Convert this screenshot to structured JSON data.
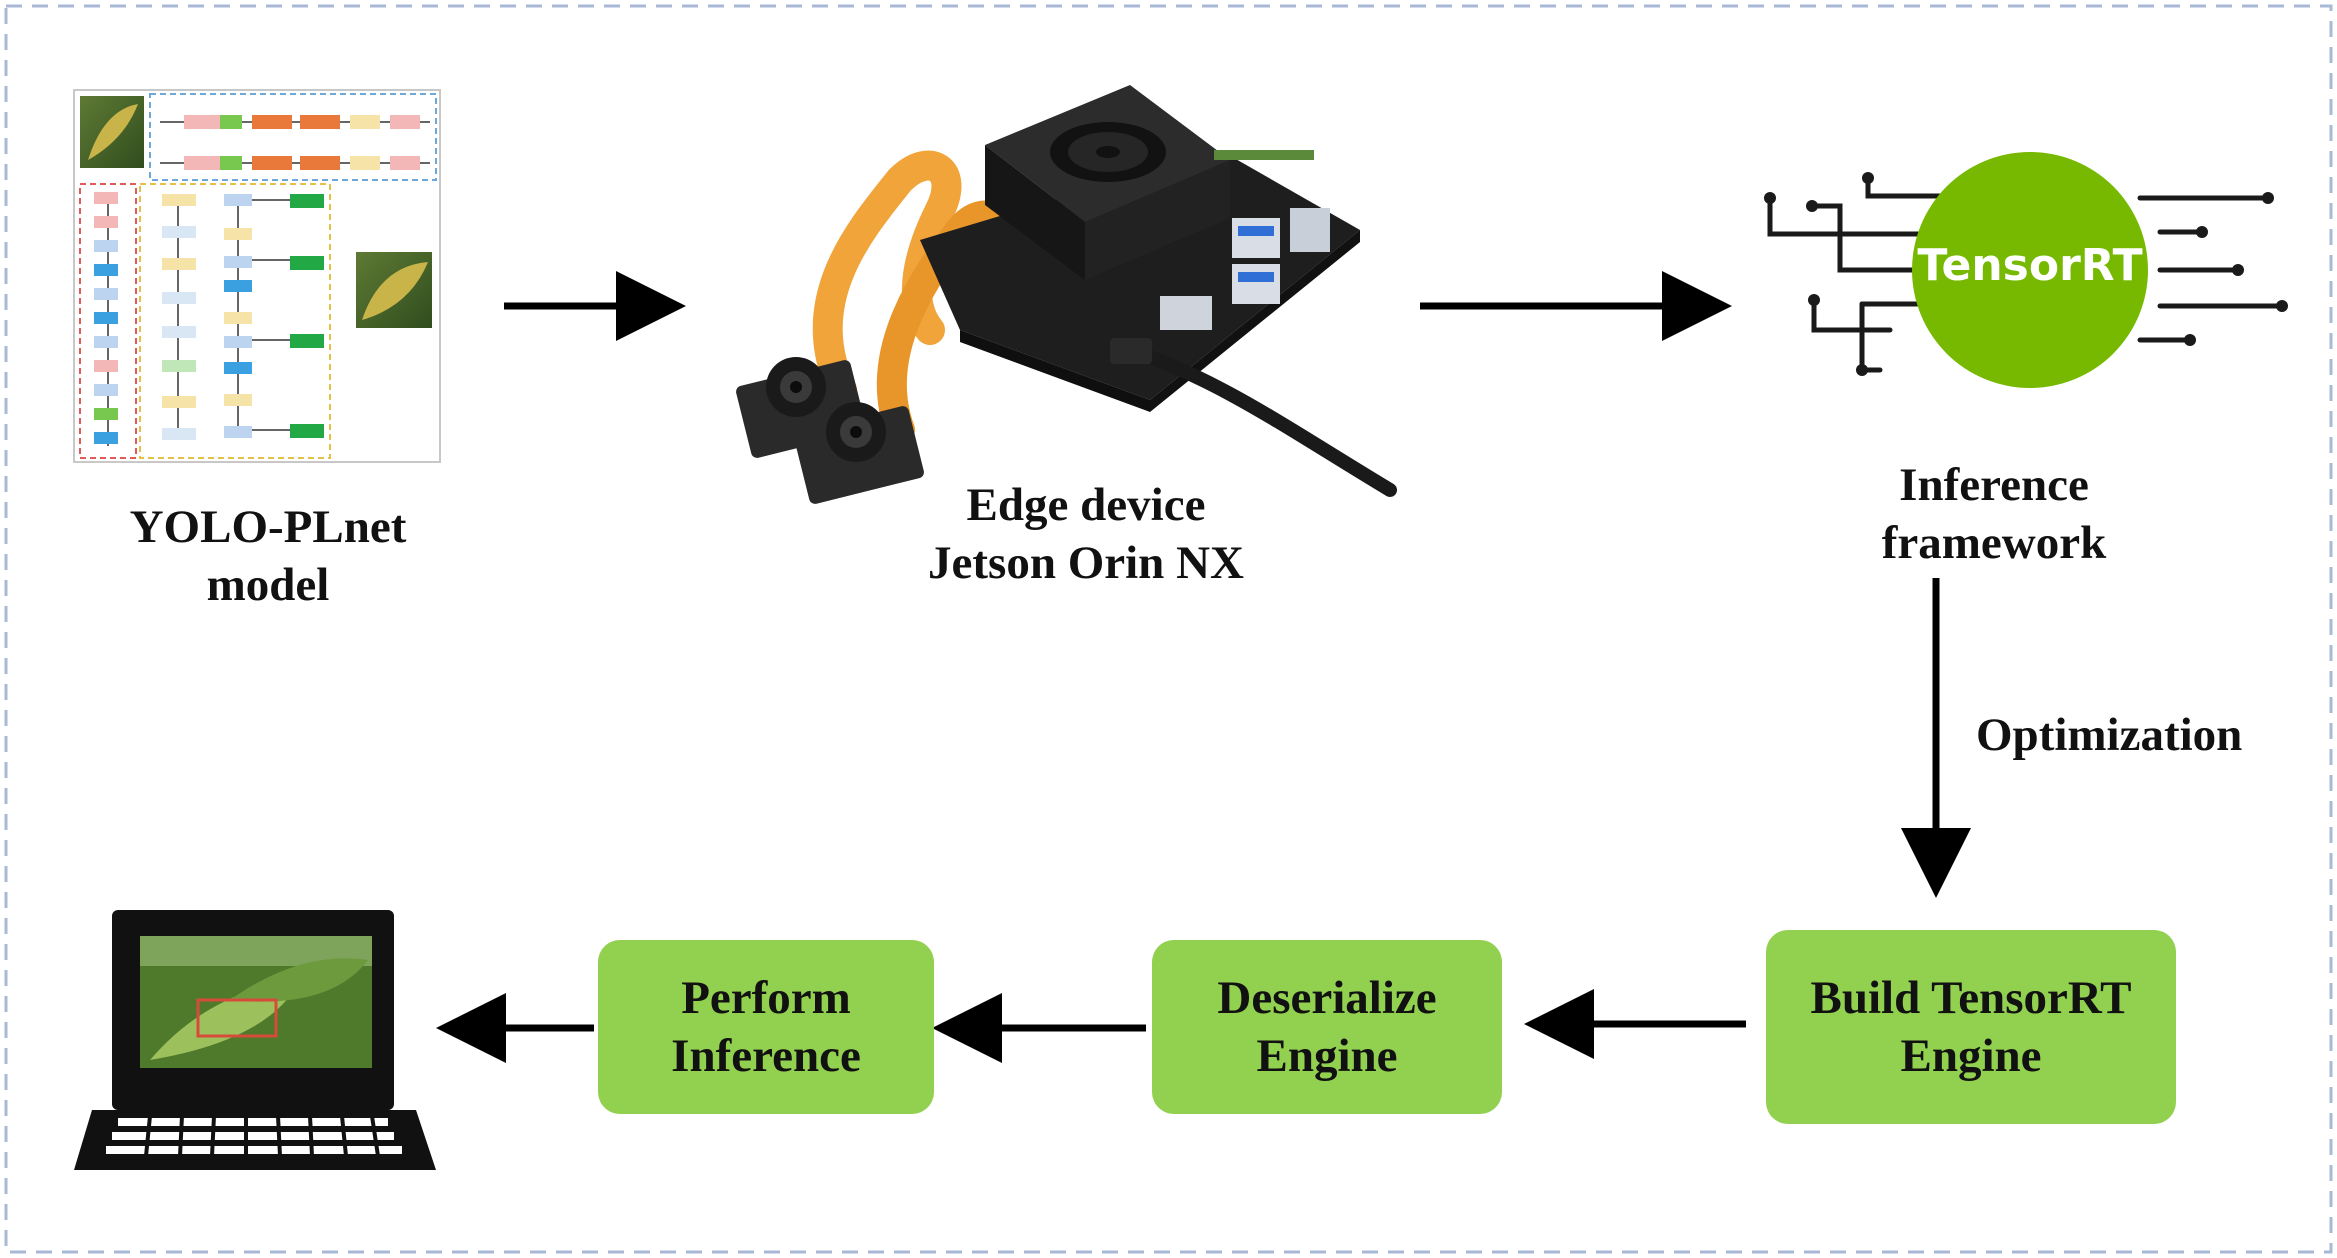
{
  "model": {
    "line1": "YOLO-PLnet",
    "line2": "model"
  },
  "edge_device": {
    "line1": "Edge device",
    "line2": "Jetson Orin NX"
  },
  "framework": {
    "line1": "Inference",
    "line2": "framework",
    "logo_text": "TensorRT"
  },
  "optimization_label": "Optimization",
  "steps": [
    {
      "line1": "Build TensorRT",
      "line2": "Engine"
    },
    {
      "line1": "Deserialize",
      "line2": "Engine"
    },
    {
      "line1": "Perform",
      "line2": "Inference"
    }
  ],
  "colors": {
    "step_box": "#92d050",
    "tensorrt_circle": "#76b900",
    "frame_border": "#a9b8d6",
    "arrow": "#000000"
  },
  "icons": [
    "network-architecture-thumbnail",
    "jetson-board-icon",
    "tensorrt-logo",
    "laptop-icon"
  ]
}
